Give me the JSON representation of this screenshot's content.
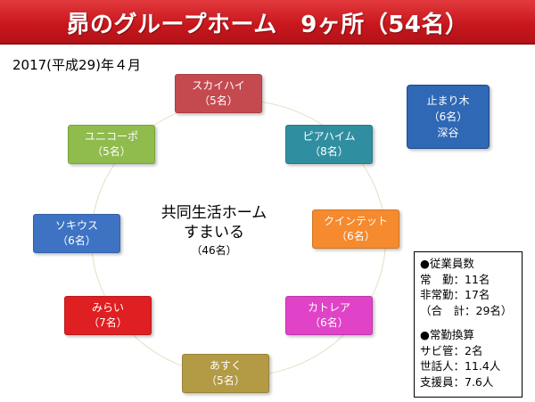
{
  "title": "昴のグループホーム　9ヶ所（54名）",
  "date": "2017(平成29)年４月",
  "center": {
    "line1": "共同生活ホーム",
    "line2": "すまいる",
    "count": "（46名）"
  },
  "nodes": [
    {
      "name": "スカイハイ",
      "count": "（5名）",
      "color": "#c54a50"
    },
    {
      "name": "ピアハイム",
      "count": "（8名）",
      "color": "#2f8fa0"
    },
    {
      "name": "クインテット",
      "count": "（6名）",
      "color": "#f58a2e"
    },
    {
      "name": "カトレア",
      "count": "（6名）",
      "color": "#e042c8"
    },
    {
      "name": "あすく",
      "count": "（5名）",
      "color": "#b39a45"
    },
    {
      "name": "みらい",
      "count": "（7名）",
      "color": "#df1f22"
    },
    {
      "name": "ソキウス",
      "count": "（6名）",
      "color": "#3e73c4"
    },
    {
      "name": "ユニコーポ",
      "count": "（5名）",
      "color": "#8fbc4d"
    }
  ],
  "side": {
    "name": "止まり木",
    "count": "（6名）",
    "location": "深谷",
    "color": "#2f68b5"
  },
  "staff": {
    "heading1": "●従業員数",
    "line1": "常　勤：11名",
    "line2": "非常勤：17名",
    "line3": "（合　計：29名）",
    "heading2": "●常勤換算",
    "line4": "サビ管：2名",
    "line5": "世話人：11.4人",
    "line6": "支援員：7.6人"
  }
}
